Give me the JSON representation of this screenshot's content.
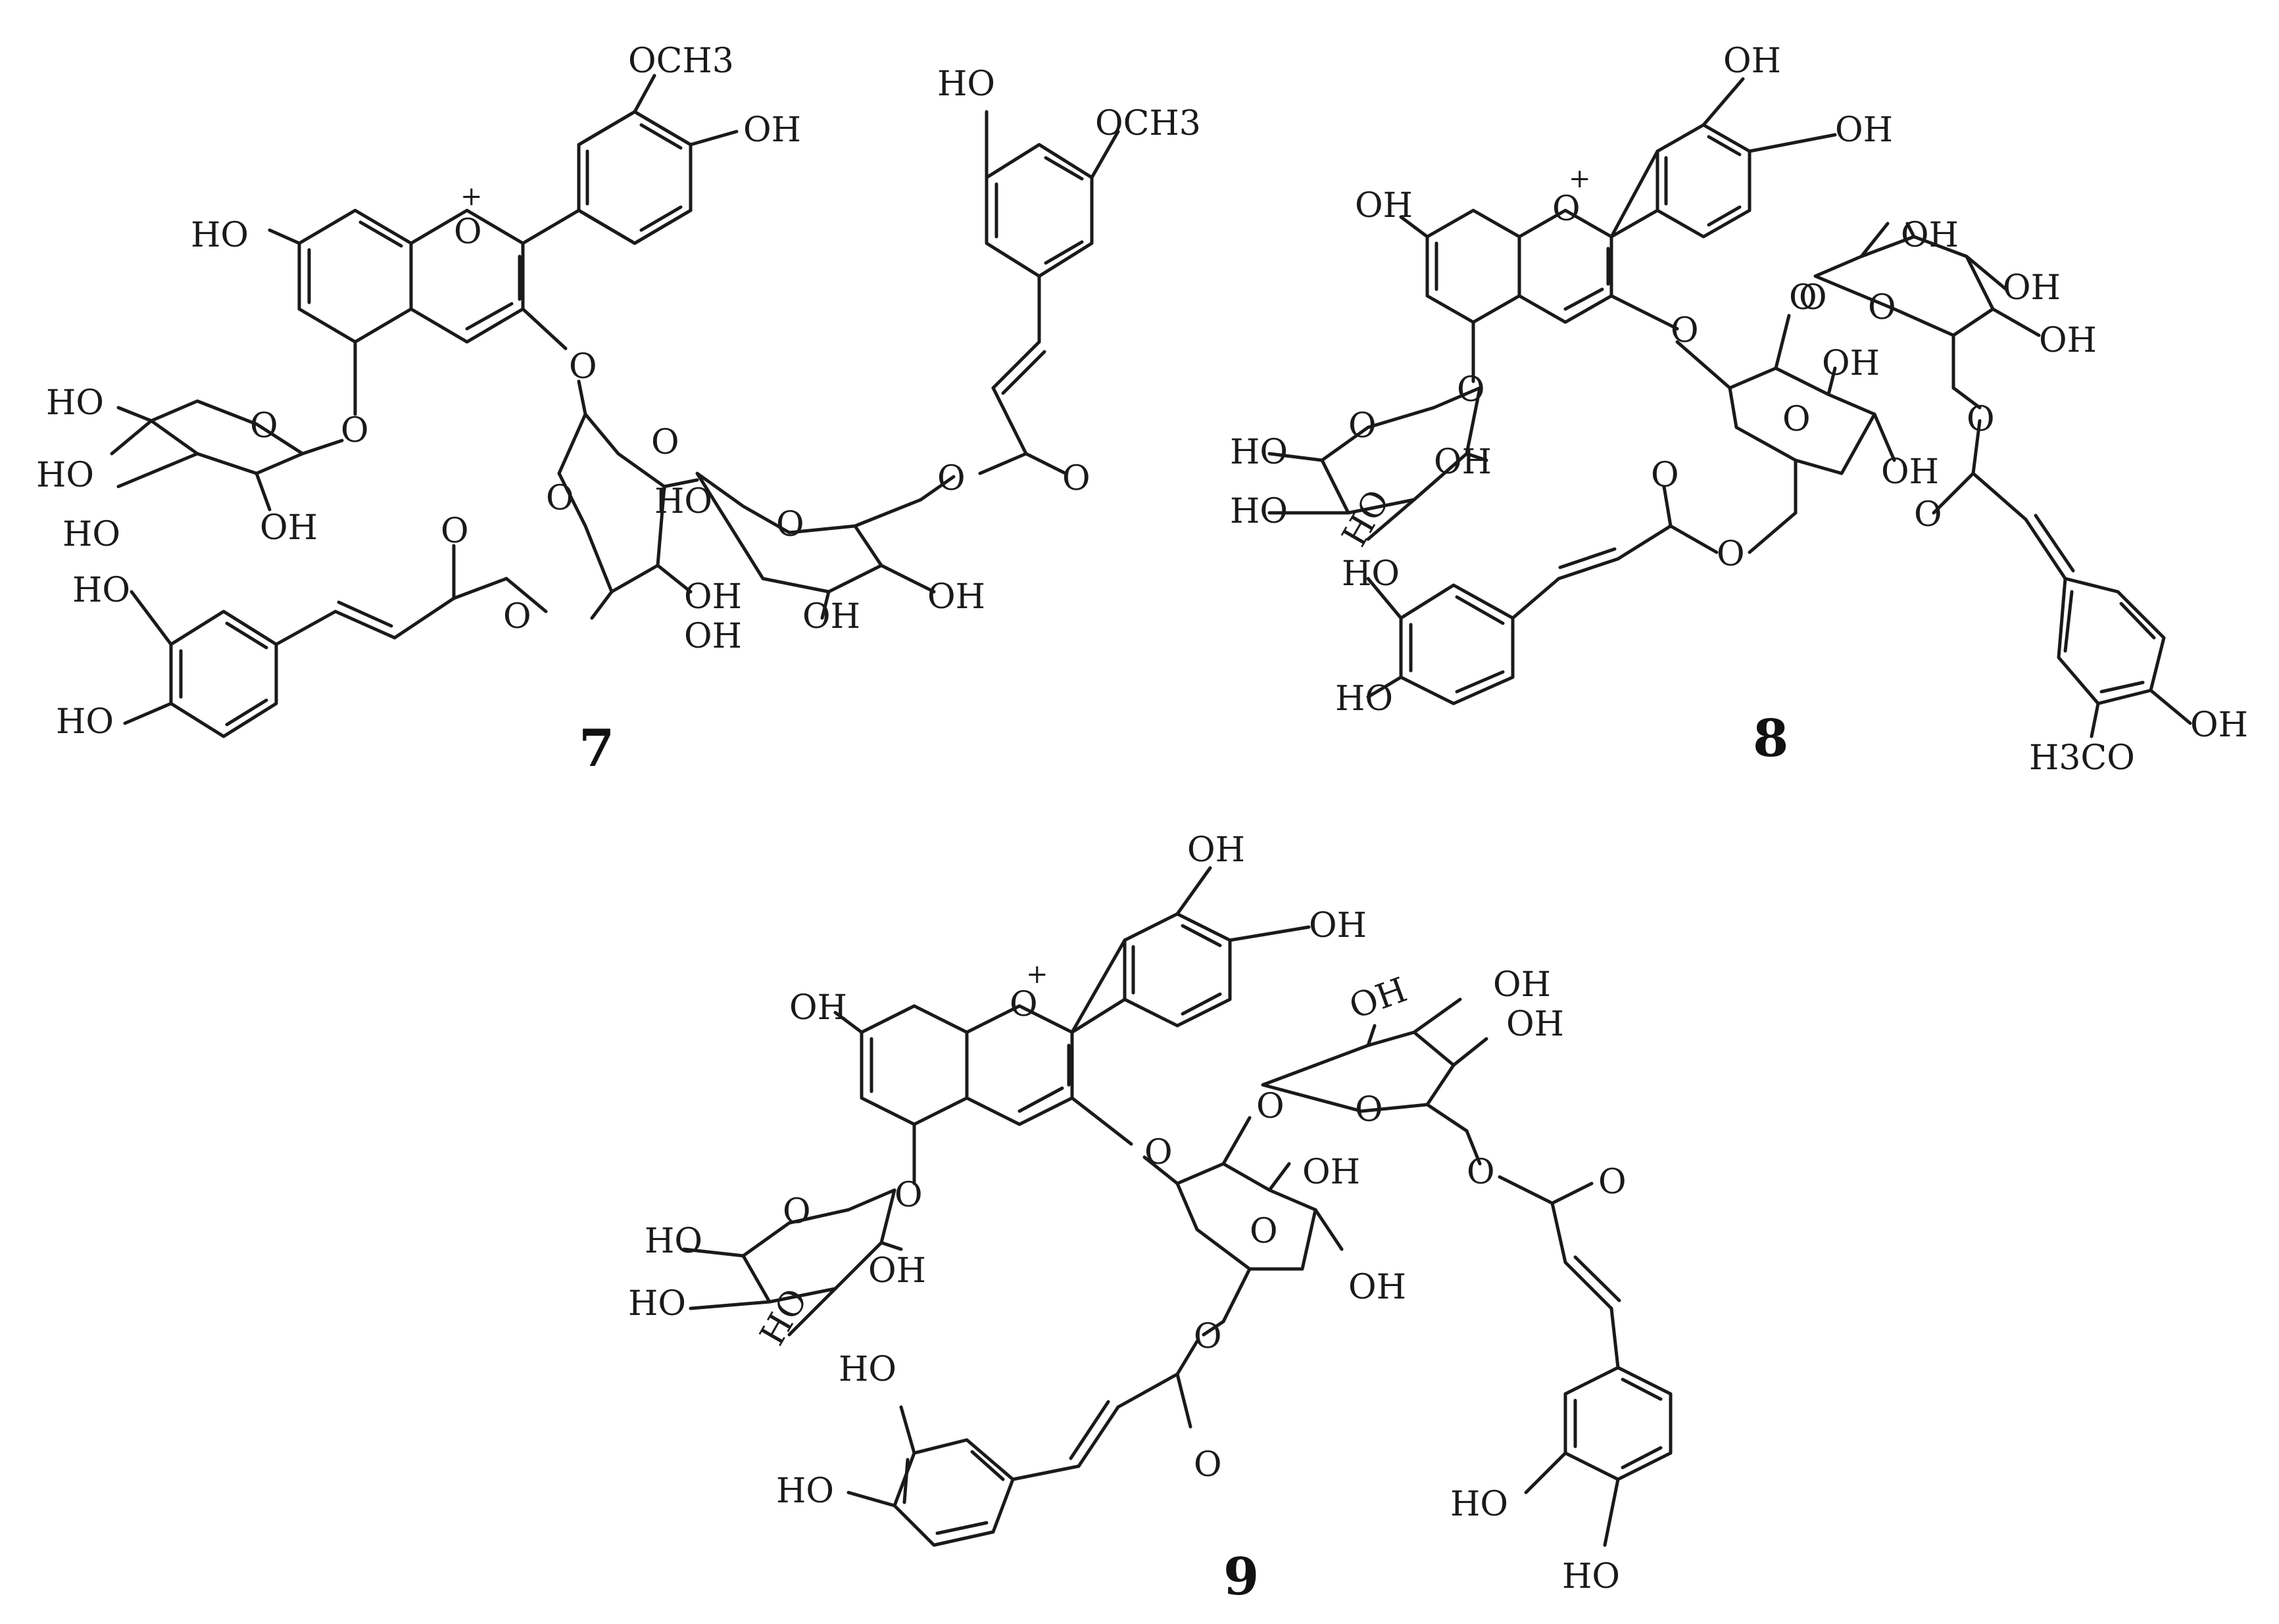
{
  "compounds": [
    {
      "id": "7",
      "labels": {
        "och3_b": "OCH3",
        "oh_b": "OH",
        "ho_a7": "HO",
        "o_ring": "O",
        "plus": "+",
        "o_link3": "O",
        "o_link5": "O",
        "ho_glc_ch2": "HO",
        "o_glc_ring": "O",
        "ho_glc_2": "HO",
        "ho_glc_3": "HO",
        "oh_glc_4": "OH",
        "o_gal_a": "O",
        "o_gal_b": "O",
        "ho_gal": "HO",
        "oh_gal_a": "OH",
        "oh_gal_b": "OH",
        "o_glc2_ring": "O",
        "oh_glc2_a": "OH",
        "oh_glc2_b": "OH",
        "o_ester_r": "O",
        "o_carb_r": "O",
        "ho_fer": "HO",
        "och3_fer": "OCH3",
        "o_ester_l": "O",
        "o_carb_l": "O",
        "ho_caf_1": "HO",
        "ho_caf_2": "HO"
      }
    },
    {
      "id": "8",
      "labels": {
        "oh_b1": "OH",
        "oh_b2": "OH",
        "oh_a7": "OH",
        "o_ring": "O",
        "plus": "+",
        "o_link3": "O",
        "o_link5": "O",
        "o_sug": "O",
        "ho_s1": "HO",
        "oh_s1": "OH",
        "ho_s2": "HO",
        "ho_s3": "HO",
        "o_mid_a": "O",
        "oh_mid_a": "OH",
        "o_mid_ring": "O",
        "oh_mid_b": "OH",
        "o_ester_l": "O",
        "o_carb_l": "O",
        "o_top_ring": "O",
        "o_top_link": "O",
        "oh_t1": "OH",
        "oh_t2": "OH",
        "oh_t3": "OH",
        "o_ester_r": "O",
        "o_carb_r": "O",
        "ho_caf_1": "HO",
        "ho_caf_2": "HO",
        "h3co_fer": "H3CO",
        "oh_fer": "OH"
      }
    },
    {
      "id": "9",
      "labels": {
        "oh_b1": "OH",
        "oh_b2": "OH",
        "oh_a7": "OH",
        "o_ring": "O",
        "plus": "+",
        "o_link3": "O",
        "o_link5": "O",
        "o_sug": "O",
        "ho_s1": "HO",
        "oh_s1": "OH",
        "ho_s2": "HO",
        "ho_s3": "HO",
        "o_mid_a": "O",
        "oh_mid_a": "OH",
        "o_mid_ring": "O",
        "oh_mid_b": "OH",
        "o_ester_l": "O",
        "o_carb_l": "O",
        "o_top_ring": "O",
        "oh_t1": "OH",
        "oh_t2": "OH",
        "oh_t3": "OH",
        "o_ester_r": "O",
        "o_carb_r": "O",
        "ho_caf_1": "HO",
        "ho_caf_2": "HO",
        "ho_caf2_1": "HO",
        "ho_caf2_2": "HO"
      }
    }
  ]
}
